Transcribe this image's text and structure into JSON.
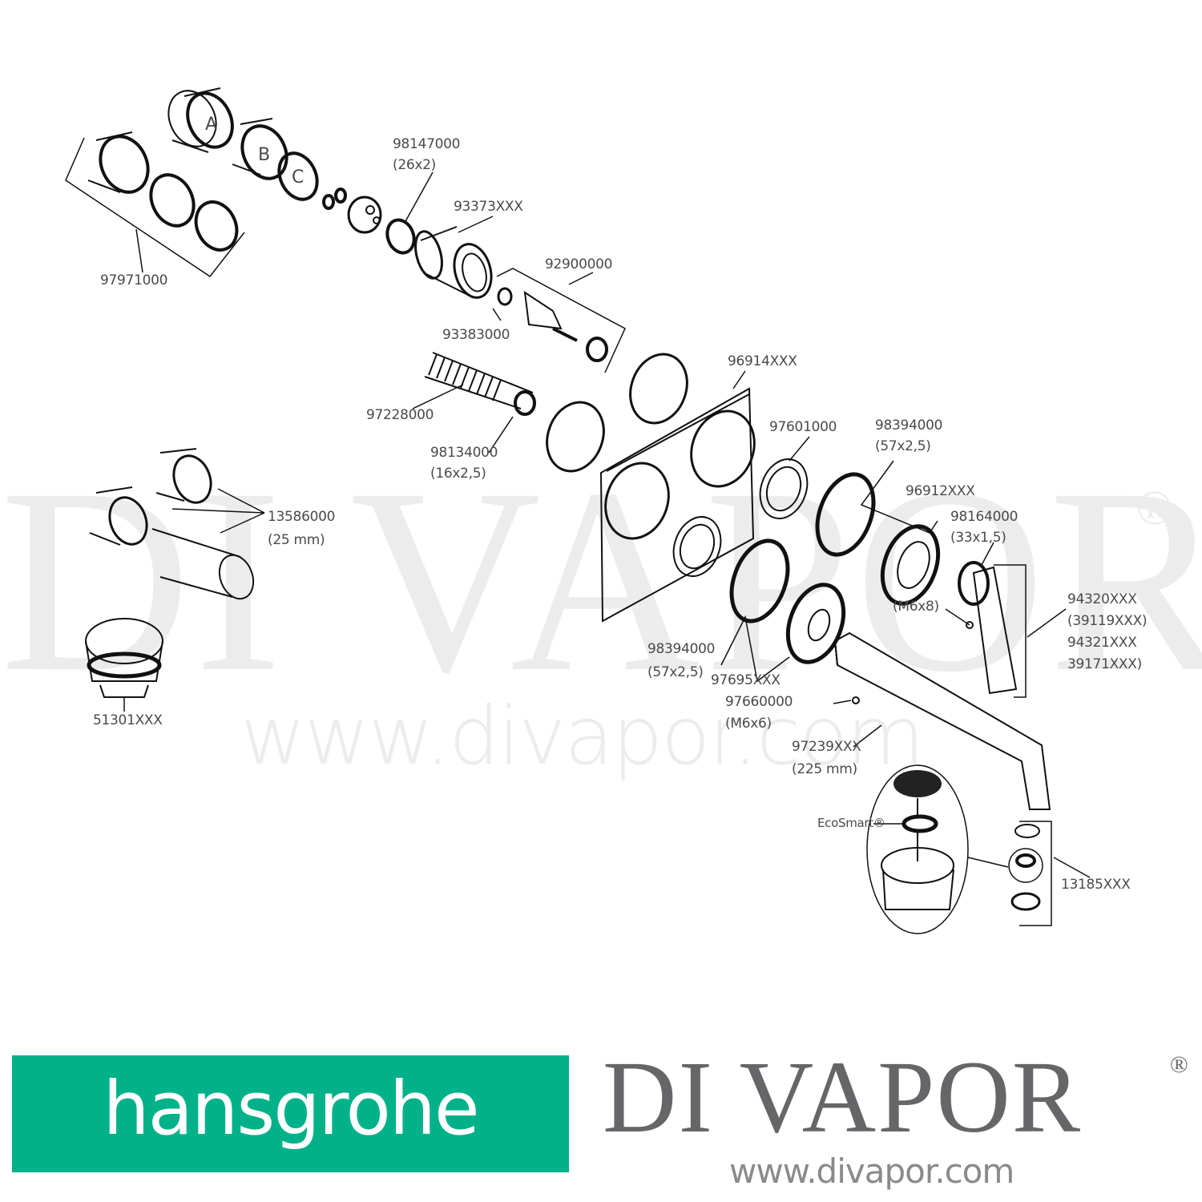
{
  "watermark": {
    "brand": "DI VAPOR",
    "registered": "®",
    "url": "www.divapor.com"
  },
  "diagram": {
    "type": "exploded-parts-diagram",
    "cap_letters": [
      "A",
      "B",
      "C"
    ],
    "labels": [
      {
        "id": "97971000",
        "text": "97971000"
      },
      {
        "id": "98147000",
        "text": "98147000",
        "sub": "(26x2)"
      },
      {
        "id": "93373XXX",
        "text": "93373XXX"
      },
      {
        "id": "92900000",
        "text": "92900000"
      },
      {
        "id": "93383000",
        "text": "93383000"
      },
      {
        "id": "97228000",
        "text": "97228000"
      },
      {
        "id": "98134000",
        "text": "98134000",
        "sub": "(16x2,5)"
      },
      {
        "id": "96914XXX",
        "text": "96914XXX"
      },
      {
        "id": "97601000",
        "text": "97601000"
      },
      {
        "id": "98394000a",
        "text": "98394000",
        "sub": "(57x2,5)"
      },
      {
        "id": "96912XXX",
        "text": "96912XXX"
      },
      {
        "id": "98164000",
        "text": "98164000",
        "sub": "(33x1,5)"
      },
      {
        "id": "13586000",
        "text": "13586000",
        "sub": "(25 mm)"
      },
      {
        "id": "M6x8",
        "text": "(M6x8)"
      },
      {
        "id": "94320XXX",
        "lines": [
          "94320XXX",
          "(39119XXX)",
          "94321XXX",
          "39171XXX)"
        ]
      },
      {
        "id": "98394000b",
        "text": "98394000",
        "sub": "(57x2,5)"
      },
      {
        "id": "97695XXX",
        "text": "97695XXX"
      },
      {
        "id": "97660000",
        "text": "97660000",
        "sub": "(M6x6)"
      },
      {
        "id": "97239XXX",
        "text": "97239XXX",
        "sub": "(225 mm)"
      },
      {
        "id": "51301XXX",
        "text": "51301XXX"
      },
      {
        "id": "EcoSmart",
        "text": "EcoSmart®"
      },
      {
        "id": "13185XXX",
        "text": "13185XXX"
      }
    ]
  },
  "footer": {
    "hansgrohe_logo": "hansgrohe",
    "hansgrohe_color": "#00b189",
    "divapor_title": "DI VAPOR",
    "divapor_registered": "®",
    "divapor_url": "www.divapor.com",
    "divapor_color": "#666668"
  }
}
